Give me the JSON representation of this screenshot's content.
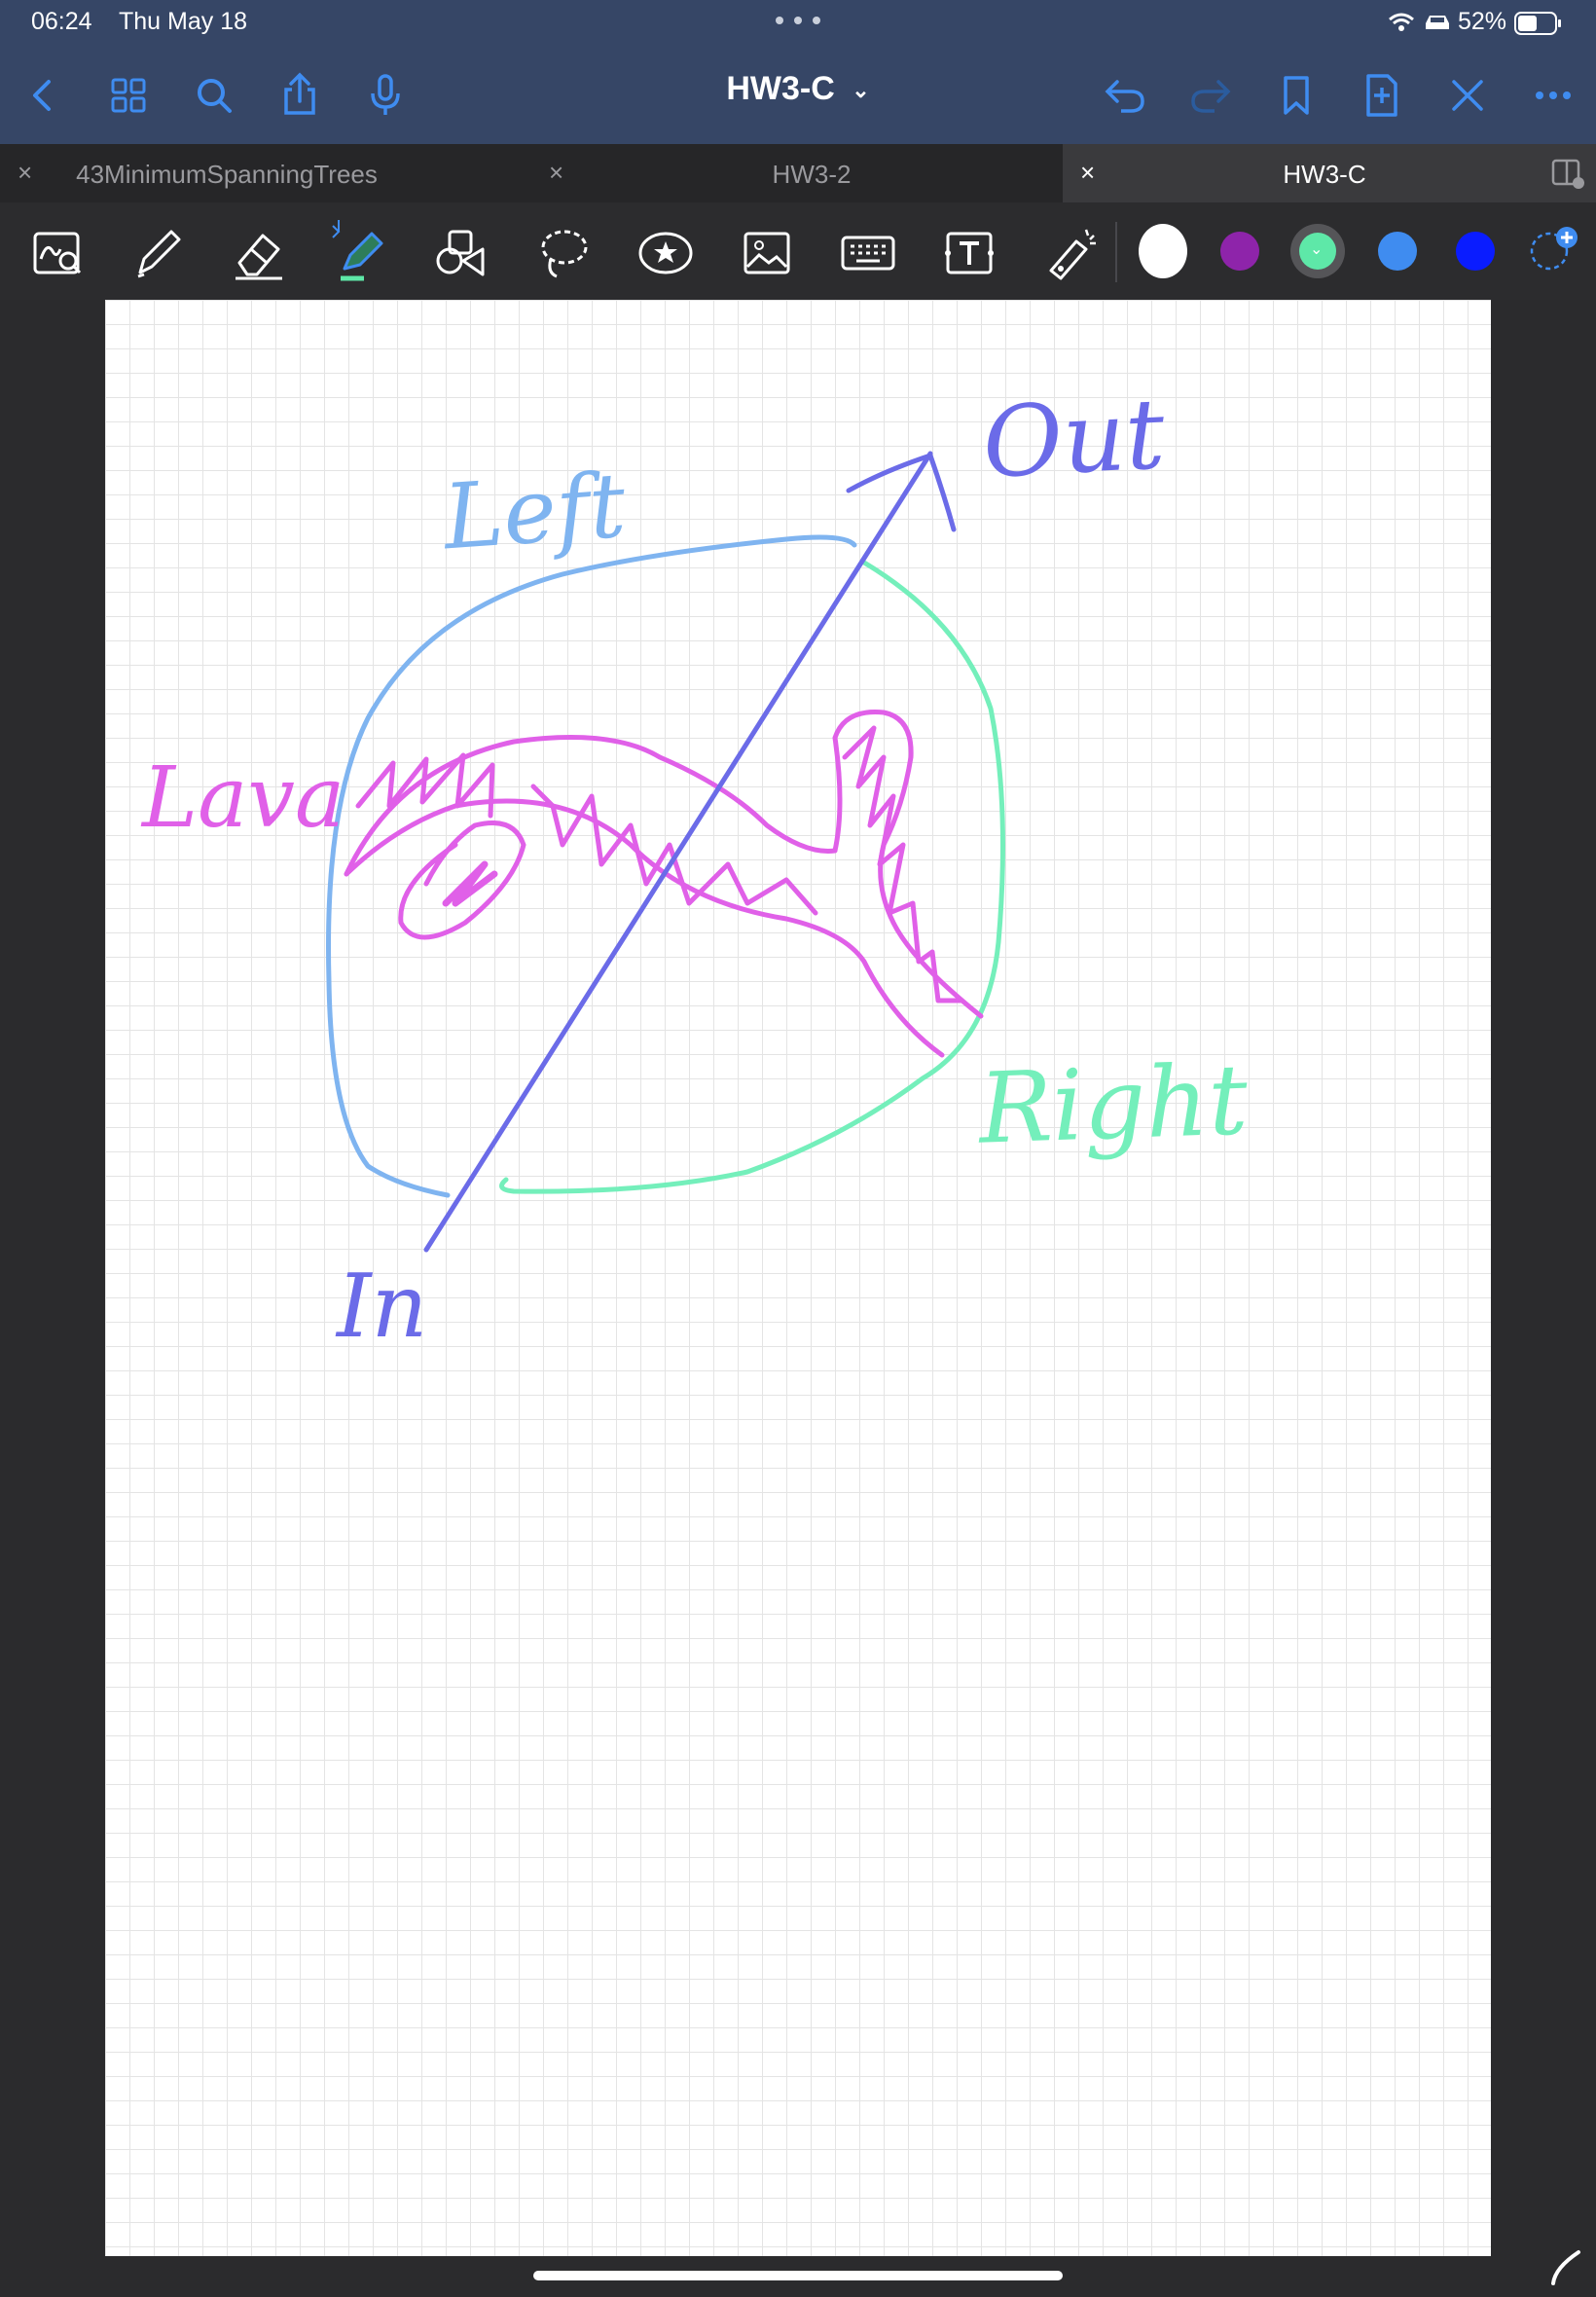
{
  "status_bar": {
    "time": "06:24",
    "date": "Thu May 18",
    "battery": "52%"
  },
  "nav": {
    "title": "HW3-C",
    "icons": [
      "back-icon",
      "grid-icon",
      "search-icon",
      "share-icon",
      "microphone-icon",
      "undo-icon",
      "redo-icon",
      "bookmark-icon",
      "add-page-icon",
      "close-icon",
      "more-icon"
    ]
  },
  "tabs": [
    {
      "label": "43MinimumSpanningTrees",
      "active": false
    },
    {
      "label": "HW3-2",
      "active": false
    },
    {
      "label": "HW3-C",
      "active": true
    }
  ],
  "toolbar": {
    "tools": [
      "zoom-window",
      "pen",
      "eraser",
      "highlighter",
      "shapes",
      "lasso",
      "elements",
      "image",
      "keyboard",
      "text",
      "laser-pointer"
    ],
    "colors": [
      "#ffffff",
      "#8e24aa",
      "#5ee8a8",
      "#3f8cf0",
      "#0a1cff"
    ],
    "active_tool": "highlighter",
    "selected_color": "#5ee8a8"
  },
  "note": {
    "labels": {
      "left": "Left",
      "out": "Out",
      "lava": "Lava",
      "right": "Right",
      "in": "In"
    },
    "ink_colors": {
      "left_region": "#7fb4f0",
      "right_region": "#74efbb",
      "lava": "#e060e8",
      "arrow": "#6b6be8"
    }
  }
}
